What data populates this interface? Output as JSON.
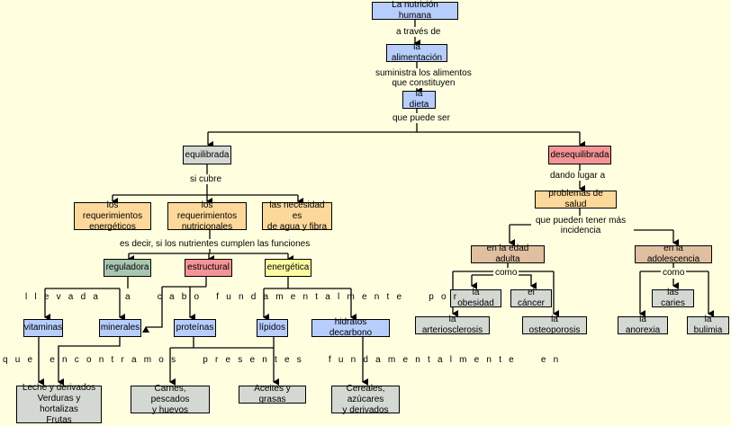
{
  "colors": {
    "background": "#ffffe0",
    "blue": "#b7cdfb",
    "grey": "#d4d8d3",
    "orange": "#fcd89a",
    "green": "#a8c6b0",
    "red": "#f39496",
    "yellow": "#fdfda0",
    "tan": "#dfbf9f"
  },
  "nodes": {
    "nutricion": "La nutrición humana",
    "alimentacion": "la alimentación",
    "dieta": "la dieta",
    "equilibrada": "equilibrada",
    "desequilibrada": "desequilibrada",
    "req_energeticos": "los requerimientos\nenergéticos",
    "req_nutricionales": "los requerimientos\nnutricionales",
    "agua_fibra": "las necesidad es\nde agua y fibra",
    "reguladora": "reguladora",
    "estructural": "estructural",
    "energetica": "energética",
    "vitaminas": "vitaminas",
    "minerales": "minerales",
    "proteinas": "proteínas",
    "lipidos": "lípidos",
    "hidratos": "hidratos decarbono",
    "leche": "Leche y derivados\nVerduras y hortalizas\nFrutas",
    "carnes": "Carnes, pescados\ny huevos",
    "aceites": "Aceites y grasas",
    "cereales": "Cereales, azúcares\ny derivados",
    "problemas": "problemas de salud",
    "edad_adulta": "en la edad adulta",
    "adolescencia": "en la adolescencia",
    "obesidad": "la obesidad",
    "cancer": "el cáncer",
    "arteriosclerosis": "la arteriosclerosis",
    "osteoporosis": "la osteoporosis",
    "caries": "las caries",
    "anorexia": "la anorexia",
    "bulimia": "la bulimia"
  },
  "links": {
    "a_traves_de": "a través de",
    "suministra": "suministra los alimentos\nque constituyen",
    "que_puede_ser": "que puede ser",
    "si_cubre": "si cubre",
    "es_decir": "es decir, si los nutrientes cumplen las funciones",
    "llevada": "llevada  a  cabo fundamentalmente  por",
    "que_encontramos": "que encontramos  presentes  fundamentalmente  en",
    "dando_lugar": "dando lugar a",
    "que_pueden_tener": "que pueden tener más\nincidencia",
    "como_1": "como",
    "como_2": "como"
  }
}
